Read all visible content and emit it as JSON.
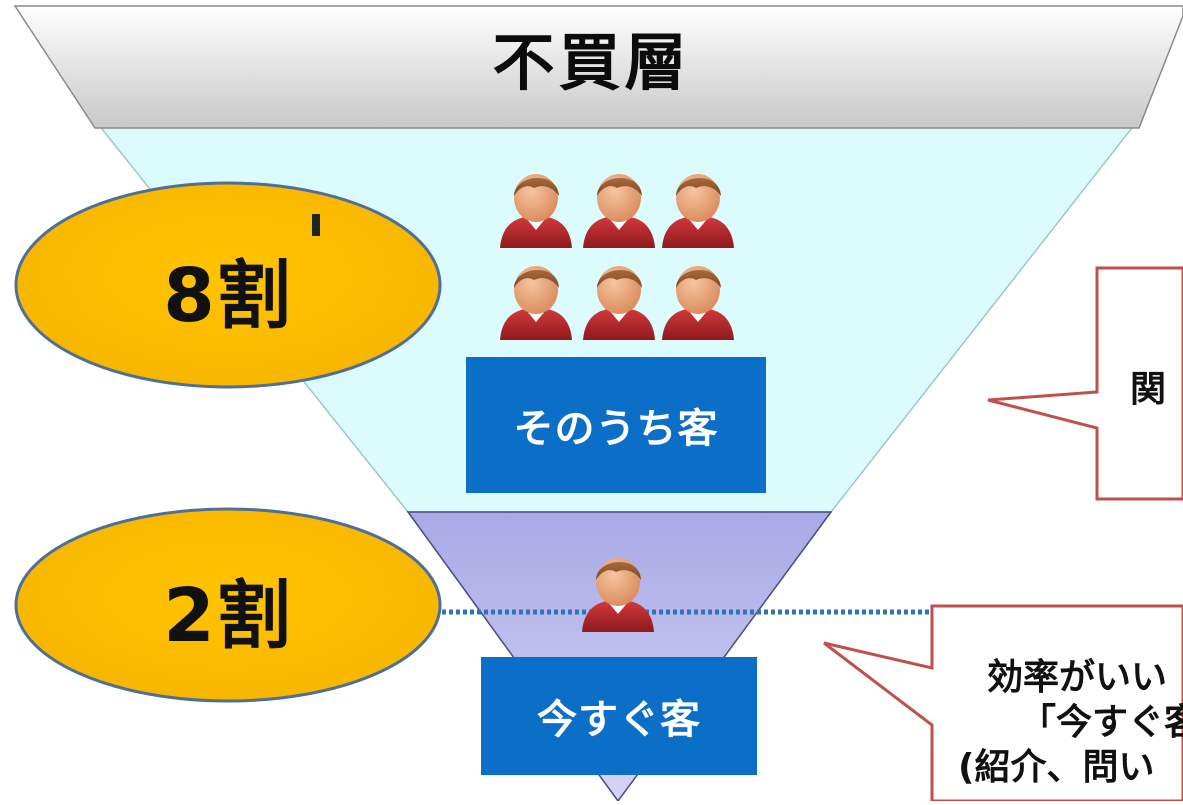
{
  "diagram": {
    "top_layer_label": "不買層",
    "segments": [
      {
        "label": "そのうち客",
        "share": "8割"
      },
      {
        "label": "今すぐ客",
        "share": "2割"
      }
    ],
    "callouts": [
      {
        "visible_text": "関"
      },
      {
        "visible_lines": [
          "効率がいい",
          "「今すぐ客",
          "(紹介、問い"
        ]
      }
    ],
    "colors": {
      "top_band": "#d6d6d6",
      "funnel_upper": "#dcfbfc",
      "funnel_lower": "#b4b4ea",
      "label_box": "#0B6FC8",
      "oval": "#FFBE00",
      "callout_border": "#C0504D",
      "dotted_line": "#2E75B6",
      "person_shirt": "#B0262A",
      "person_skin": "#E9A77B"
    },
    "icons": {
      "upper_group": "person-icon",
      "upper_count": 6,
      "lower_count": 1
    }
  }
}
